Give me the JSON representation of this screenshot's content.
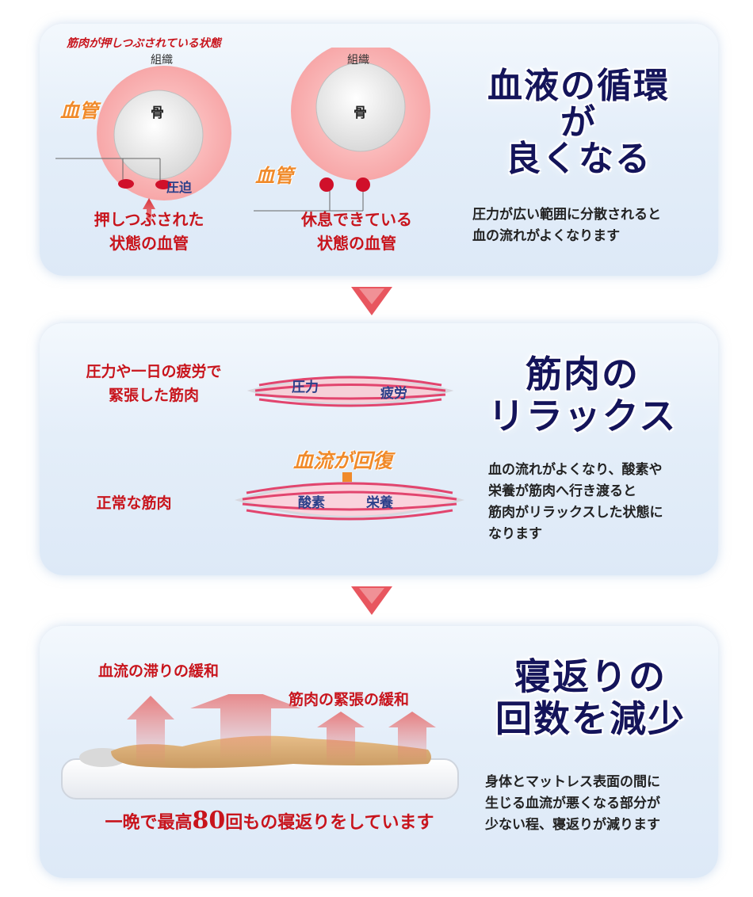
{
  "section1": {
    "header_note": "筋肉が押しつぶされている状態",
    "tissue": "組織",
    "bone": "骨",
    "vessel": "血管",
    "pressure": "圧迫",
    "left_caption": [
      "押しつぶされた",
      "状態の血管"
    ],
    "right_caption": [
      "休息できている",
      "状態の血管"
    ],
    "title": [
      "血液の循環",
      "が",
      "良くなる"
    ],
    "description": [
      "圧力が広い範囲に分散されると",
      "血の流れがよくなります"
    ]
  },
  "section2": {
    "tense_caption": [
      "圧力や一日の疲労で",
      "緊張した筋肉"
    ],
    "tense_labels": [
      "圧力",
      "疲労"
    ],
    "bloodflow": "血流が回復",
    "normal_caption": "正常な筋肉",
    "normal_labels": [
      "酸素",
      "栄養"
    ],
    "title": [
      "筋肉の",
      "リラックス"
    ],
    "description": [
      "血の流れがよくなり、酸素や",
      "栄養が筋肉へ行き渡ると",
      "筋肉がリラックスした状態に",
      "なります"
    ]
  },
  "section3": {
    "label_a": "血流の滞りの緩和",
    "label_b": "筋肉の緊張の緩和",
    "bottom_prefix": "一晩で最高",
    "bottom_number": "80",
    "bottom_suffix": "回もの寝返りをしています",
    "title": [
      "寝返りの",
      "回数を減少"
    ],
    "description": [
      "身体とマットレス表面の間に",
      "生じる血流が悪くなる部分が",
      "少ない程、寝返りが減ります"
    ]
  },
  "colors": {
    "accent_red": "#c8141c",
    "vessel_orange": "#f08a2a",
    "title_navy": "#14145a",
    "arrow": "#e8565f"
  }
}
